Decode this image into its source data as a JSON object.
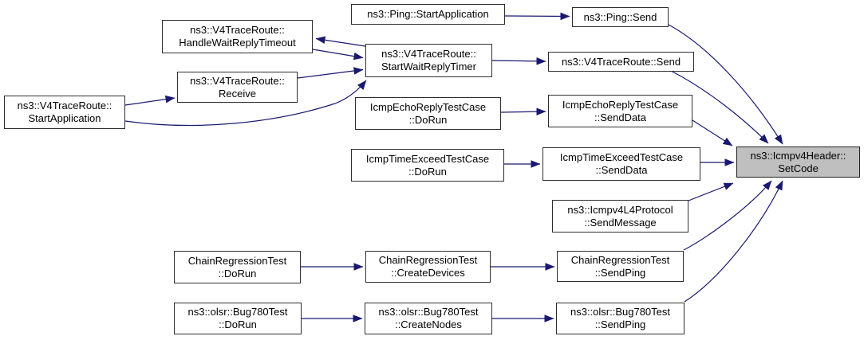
{
  "diagram": {
    "type": "doxygen-call-graph",
    "target_function": "ns3::Icmpv4Header::SetCode",
    "colors": {
      "edge": "#191970",
      "node_border": "#2e2e2e",
      "node_fill": "#ffffff",
      "highlighted_node_fill": "#bfbfbf",
      "text": "#000000",
      "background": "#ffffff"
    }
  },
  "nodes": [
    {
      "id": "v4traceroute-startapplication",
      "lines": [
        "ns3::V4TraceRoute::",
        "StartApplication"
      ]
    },
    {
      "id": "v4traceroute-receive",
      "lines": [
        "ns3::V4TraceRoute::",
        "Receive"
      ]
    },
    {
      "id": "v4traceroute-handlewaitreplytimeout",
      "lines": [
        "ns3::V4TraceRoute::",
        "HandleWaitReplyTimeout"
      ]
    },
    {
      "id": "ping-startapplication",
      "lines": [
        "ns3::Ping::StartApplication"
      ]
    },
    {
      "id": "v4traceroute-startwaitreplytimer",
      "lines": [
        "ns3::V4TraceRoute::",
        "StartWaitReplyTimer"
      ]
    },
    {
      "id": "ping-send",
      "lines": [
        "ns3::Ping::Send"
      ]
    },
    {
      "id": "v4traceroute-send",
      "lines": [
        "ns3::V4TraceRoute::Send"
      ]
    },
    {
      "id": "icmpechoreplytestcase-dorun",
      "lines": [
        "IcmpEchoReplyTestCase",
        "::DoRun"
      ]
    },
    {
      "id": "icmpechoreplytestcase-senddata",
      "lines": [
        "IcmpEchoReplyTestCase",
        "::SendData"
      ]
    },
    {
      "id": "icmptimeexceedtestcase-dorun",
      "lines": [
        "IcmpTimeExceedTestCase",
        "::DoRun"
      ]
    },
    {
      "id": "icmptimeexceedtestcase-senddata",
      "lines": [
        "IcmpTimeExceedTestCase",
        "::SendData"
      ]
    },
    {
      "id": "icmpv4l4protocol-sendmessage",
      "lines": [
        "ns3::Icmpv4L4Protocol",
        "::SendMessage"
      ]
    },
    {
      "id": "chainregressiontest-dorun",
      "lines": [
        "ChainRegressionTest",
        "::DoRun"
      ]
    },
    {
      "id": "chainregressiontest-createdevices",
      "lines": [
        "ChainRegressionTest",
        "::CreateDevices"
      ]
    },
    {
      "id": "chainregressiontest-sendping",
      "lines": [
        "ChainRegressionTest",
        "::SendPing"
      ]
    },
    {
      "id": "olsr-bug780test-dorun",
      "lines": [
        "ns3::olsr::Bug780Test",
        "::DoRun"
      ]
    },
    {
      "id": "olsr-bug780test-createnodes",
      "lines": [
        "ns3::olsr::Bug780Test",
        "::CreateNodes"
      ]
    },
    {
      "id": "olsr-bug780test-sendping",
      "lines": [
        "ns3::olsr::Bug780Test",
        "::SendPing"
      ]
    },
    {
      "id": "icmpv4header-setcode",
      "lines": [
        "ns3::Icmpv4Header::",
        "SetCode"
      ]
    }
  ],
  "edges": [
    {
      "from": "ns3::Ping::StartApplication",
      "to": "ns3::Ping::Send"
    },
    {
      "from": "ns3::V4TraceRoute::StartWaitReplyTimer",
      "to": "ns3::V4TraceRoute::HandleWaitReplyTimeout"
    },
    {
      "from": "ns3::V4TraceRoute::HandleWaitReplyTimeout",
      "to": "ns3::V4TraceRoute::StartWaitReplyTimer"
    },
    {
      "from": "ns3::V4TraceRoute::Receive",
      "to": "ns3::V4TraceRoute::StartWaitReplyTimer"
    },
    {
      "from": "ns3::V4TraceRoute::StartApplication",
      "to": "ns3::V4TraceRoute::Receive"
    },
    {
      "from": "ns3::V4TraceRoute::StartApplication",
      "to": "ns3::V4TraceRoute::StartWaitReplyTimer"
    },
    {
      "from": "ns3::V4TraceRoute::StartWaitReplyTimer",
      "to": "ns3::V4TraceRoute::Send"
    },
    {
      "from": "ns3::Ping::Send",
      "to": "ns3::Icmpv4Header::SetCode"
    },
    {
      "from": "ns3::V4TraceRoute::Send",
      "to": "ns3::Icmpv4Header::SetCode"
    },
    {
      "from": "IcmpEchoReplyTestCase::DoRun",
      "to": "IcmpEchoReplyTestCase::SendData"
    },
    {
      "from": "IcmpEchoReplyTestCase::SendData",
      "to": "ns3::Icmpv4Header::SetCode"
    },
    {
      "from": "IcmpTimeExceedTestCase::DoRun",
      "to": "IcmpTimeExceedTestCase::SendData"
    },
    {
      "from": "IcmpTimeExceedTestCase::SendData",
      "to": "ns3::Icmpv4Header::SetCode"
    },
    {
      "from": "ns3::Icmpv4L4Protocol::SendMessage",
      "to": "ns3::Icmpv4Header::SetCode"
    },
    {
      "from": "ChainRegressionTest::DoRun",
      "to": "ChainRegressionTest::CreateDevices"
    },
    {
      "from": "ChainRegressionTest::CreateDevices",
      "to": "ChainRegressionTest::SendPing"
    },
    {
      "from": "ChainRegressionTest::SendPing",
      "to": "ns3::Icmpv4Header::SetCode"
    },
    {
      "from": "ns3::olsr::Bug780Test::DoRun",
      "to": "ns3::olsr::Bug780Test::CreateNodes"
    },
    {
      "from": "ns3::olsr::Bug780Test::CreateNodes",
      "to": "ns3::olsr::Bug780Test::SendPing"
    },
    {
      "from": "ns3::olsr::Bug780Test::SendPing",
      "to": "ns3::Icmpv4Header::SetCode"
    }
  ]
}
